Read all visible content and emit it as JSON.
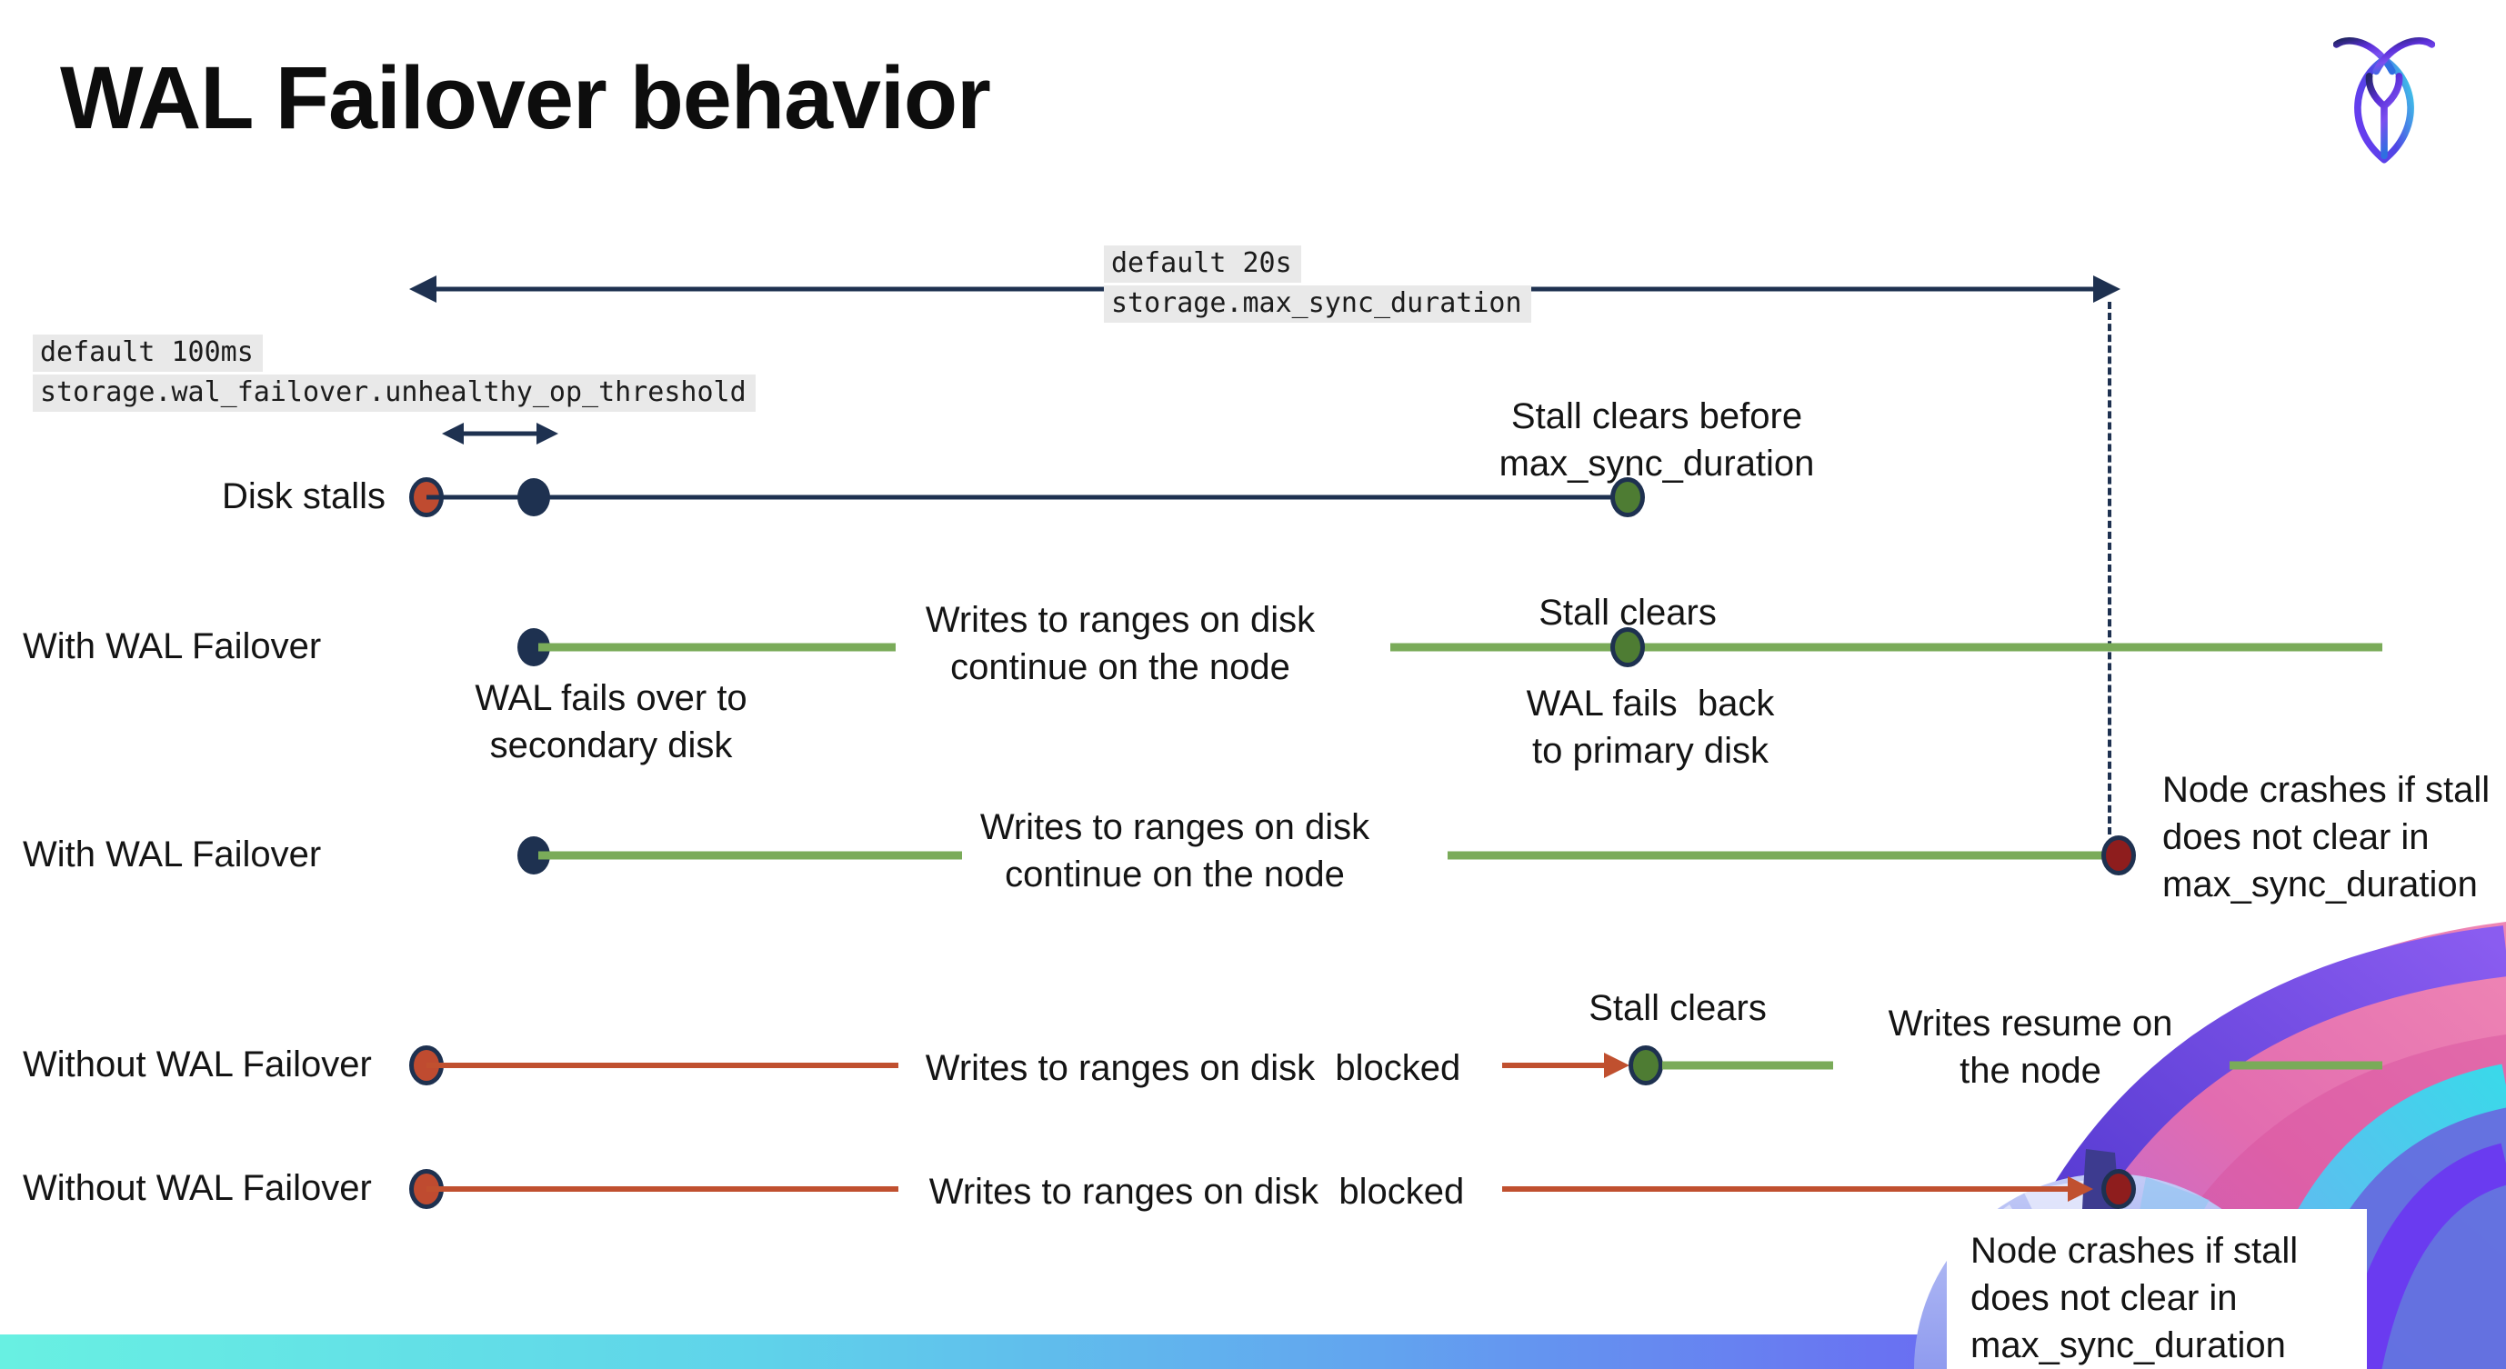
{
  "title": "WAL Failover behavior",
  "logo": {
    "icon": "cockroachdb-logo"
  },
  "config": {
    "max_sync": {
      "default": "default 20s",
      "setting": "storage.max_sync_duration"
    },
    "threshold": {
      "default": "default 100ms",
      "setting": "storage.wal_failover.unhealthy_op_threshold"
    }
  },
  "rows": [
    {
      "label": "Disk stalls",
      "stall_clears": "Stall clears before\nmax_sync_duration"
    },
    {
      "label": "With WAL Failover",
      "failover_note": "WAL fails over to\nsecondary disk",
      "writes_note": "Writes to ranges on disk\ncontinue on the node",
      "stall_clears": "Stall clears",
      "failback_note": "WAL fails  back\nto primary disk"
    },
    {
      "label": "With WAL Failover",
      "writes_note": "Writes to ranges on disk\ncontinue on the node",
      "crash_note": "Node crashes if stall\ndoes not clear in\nmax_sync_duration"
    },
    {
      "label": "Without WAL Failover",
      "writes_note": "Writes to ranges on disk  blocked",
      "stall_clears": "Stall clears",
      "resume_note": "Writes resume on\nthe node"
    },
    {
      "label": "Without WAL Failover",
      "writes_note": "Writes to ranges on disk  blocked",
      "crash_note": "Node crashes if stall\ndoes not clear in\nmax_sync_duration"
    }
  ],
  "colors": {
    "navy": "#1e3150",
    "stall_red": "#bf4b30",
    "crash_red": "#8e1d1d",
    "green_line": "#7aab59",
    "green_dot": "#4e7c33",
    "code_bg": "#e9e9e9",
    "footer_gradient": [
      "#68f0e2",
      "#62a4ef",
      "#7138ef"
    ]
  }
}
